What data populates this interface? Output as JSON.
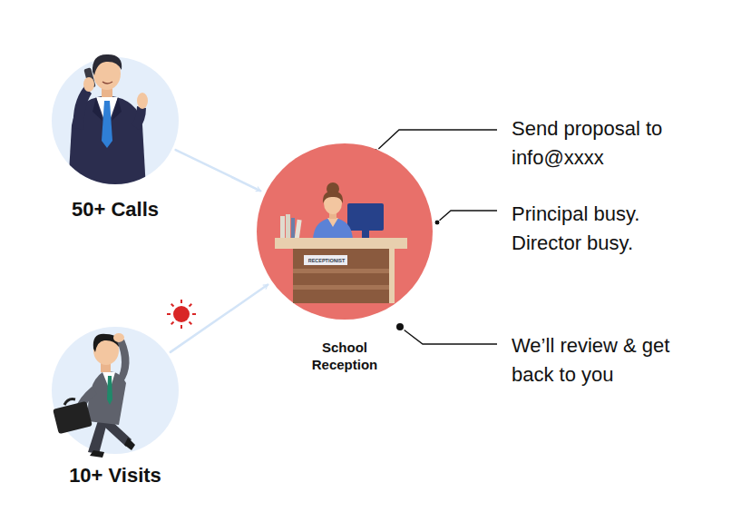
{
  "diagram": {
    "nodes": [
      {
        "text": [
          "50+ Calls"
        ]
      },
      {
        "text": [
          "10+ Visits"
        ]
      },
      {
        "text": [
          "School Reception"
        ]
      }
    ],
    "edges": [
      {
        "from": 0,
        "to": 2,
        "arrow": "to"
      },
      {
        "from": 1,
        "to": 2,
        "arrow": "to"
      }
    ],
    "labels": [
      "Send proposal to info@xxxx",
      "Principal busy. Director busy.",
      "We’ll review & get back to you",
      "RECEPTIONIST"
    ]
  }
}
